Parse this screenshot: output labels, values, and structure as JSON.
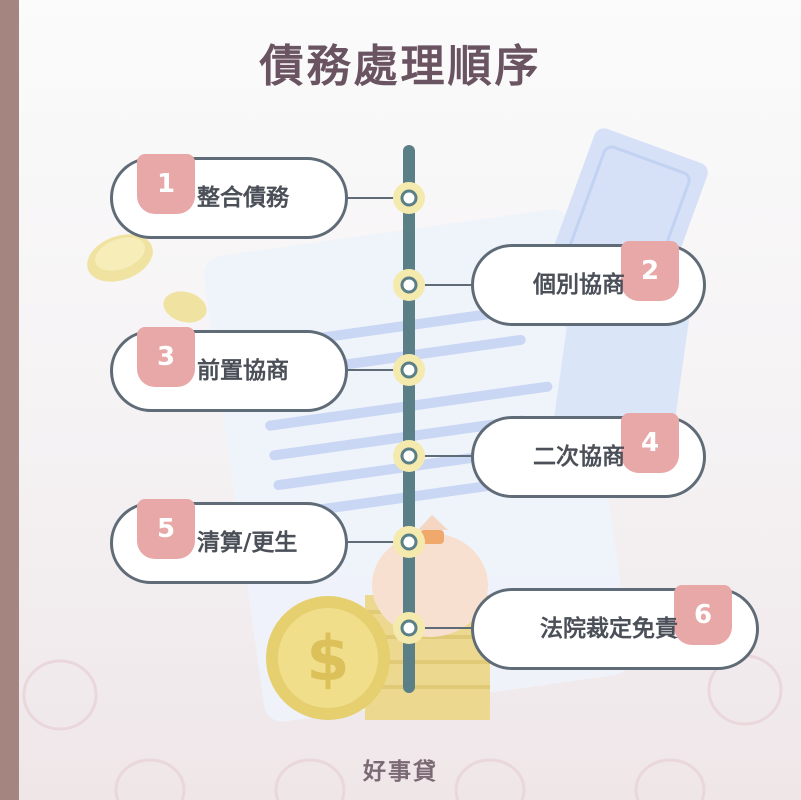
{
  "title": "債務處理順序",
  "footer_brand": "好事貸",
  "colors": {
    "left_bar": "#a58580",
    "spine": "#5a7f86",
    "badge": "#e8a8a8",
    "node": "#f5eaae"
  },
  "steps": [
    {
      "number": "1",
      "label": "整合債務",
      "side": "left"
    },
    {
      "number": "2",
      "label": "個別協商",
      "side": "right"
    },
    {
      "number": "3",
      "label": "前置協商",
      "side": "left"
    },
    {
      "number": "4",
      "label": "二次協商",
      "side": "right"
    },
    {
      "number": "5",
      "label": "清算/更生",
      "side": "left"
    },
    {
      "number": "6",
      "label": "法院裁定免責",
      "side": "right"
    }
  ],
  "decor": {
    "coin_symbol": "$"
  }
}
